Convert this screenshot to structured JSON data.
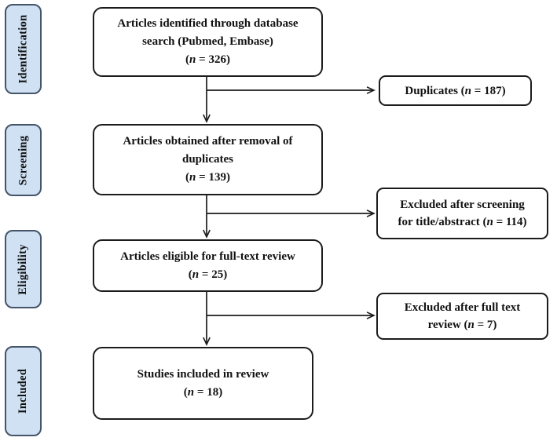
{
  "colors": {
    "stage-fill": "#cfe1f3",
    "stage-border": "#44546a",
    "box-fill": "#ffffff",
    "box-border": "#1c1c1c",
    "arrow-color": "#1c1c1c",
    "text-color": "#111111"
  },
  "stages": {
    "identification": {
      "label": "Identification"
    },
    "screening": {
      "label": "Screening"
    },
    "eligibility": {
      "label": "Eligibility"
    },
    "included": {
      "label": "Included"
    }
  },
  "flow": {
    "identified": {
      "line1": "Articles identified through database",
      "line2": "search (Pubmed, Embase)",
      "count_open": "(",
      "count_var": "n",
      "count_rest": " = 326)"
    },
    "after_duplicate_removal": {
      "line1": "Articles obtained after removal of",
      "line2": "duplicates",
      "count_open": "(",
      "count_var": "n",
      "count_rest": " = 139)"
    },
    "eligible_fulltext": {
      "line1": "Articles eligible for full-text review",
      "count_open": "(",
      "count_var": "n",
      "count_rest": " = 25)"
    },
    "included_review": {
      "line1": "Studies included in review",
      "count_open": "(",
      "count_var": "n",
      "count_rest": " = 18)"
    }
  },
  "exclusions": {
    "duplicates": {
      "text": "Duplicates ",
      "count_open": "(",
      "count_var": "n",
      "count_rest": " = 187)"
    },
    "title_abstract": {
      "line1": "Excluded after screening",
      "line2_text": "for title/abstract ",
      "count_open": "(",
      "count_var": "n",
      "count_rest": " = 114)"
    },
    "full_text": {
      "line1": "Excluded after full text",
      "line2_text": "review ",
      "count_open": "(",
      "count_var": "n",
      "count_rest": " = 7)"
    }
  }
}
